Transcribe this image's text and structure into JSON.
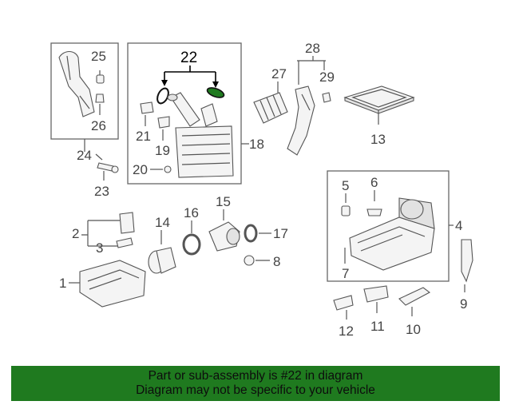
{
  "callouts": {
    "c1": "1",
    "c2": "2",
    "c3": "3",
    "c4": "4",
    "c5": "5",
    "c6": "6",
    "c7": "7",
    "c8": "8",
    "c9": "9",
    "c10": "10",
    "c11": "11",
    "c12": "12",
    "c13": "13",
    "c14": "14",
    "c15": "15",
    "c16": "16",
    "c17": "17",
    "c18": "18",
    "c19": "19",
    "c20": "20",
    "c21": "21",
    "c22": "22",
    "c23": "23",
    "c24": "24",
    "c25": "25",
    "c26": "26",
    "c27": "27",
    "c28": "28",
    "c29": "29"
  },
  "highlighted_part": "22",
  "colors": {
    "banner_bg": "#1f7a1f",
    "highlight": "#1f7a1f",
    "line": "#555555"
  },
  "banner": {
    "line1": "Part or sub-assembly is #22 in diagram",
    "line2": "Diagram may not be specific to your vehicle"
  }
}
